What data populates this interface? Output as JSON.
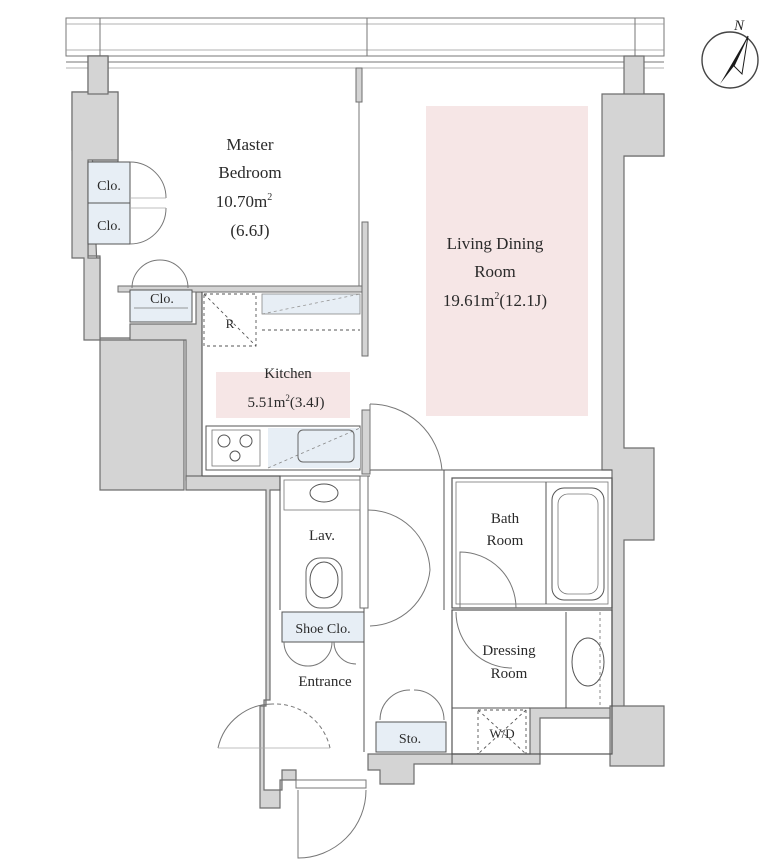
{
  "compass": {
    "north_label": "N"
  },
  "rooms": {
    "master_bedroom": {
      "line1": "Master",
      "line2": "Bedroom",
      "area": "10.70m",
      "area_sup": "2",
      "jo": "(6.6J)"
    },
    "living_dining": {
      "line1": "Living Dining",
      "line2": "Room",
      "area": "19.61m",
      "area_sup": "2",
      "jo": "(12.1J)"
    },
    "kitchen": {
      "name": "Kitchen",
      "area": "5.51m",
      "area_sup": "2",
      "jo": "(3.4J)"
    },
    "bath": {
      "line1": "Bath",
      "line2": "Room"
    },
    "dressing": {
      "line1": "Dressing",
      "line2": "Room"
    },
    "lavatory": {
      "name": "Lav."
    },
    "entrance": {
      "name": "Entrance"
    }
  },
  "fixtures": {
    "closet_1": "Clo.",
    "closet_2": "Clo.",
    "closet_3": "Clo.",
    "refrigerator": "R",
    "shoe_closet": "Shoe Clo.",
    "storage": "Sto.",
    "washer_dryer": "W/D"
  },
  "colors": {
    "wall_fill": "#d4d4d4",
    "wall_stroke": "#6e6e6e",
    "highlight": "#f6e6e6",
    "fixture_blue": "#e7eef5"
  }
}
